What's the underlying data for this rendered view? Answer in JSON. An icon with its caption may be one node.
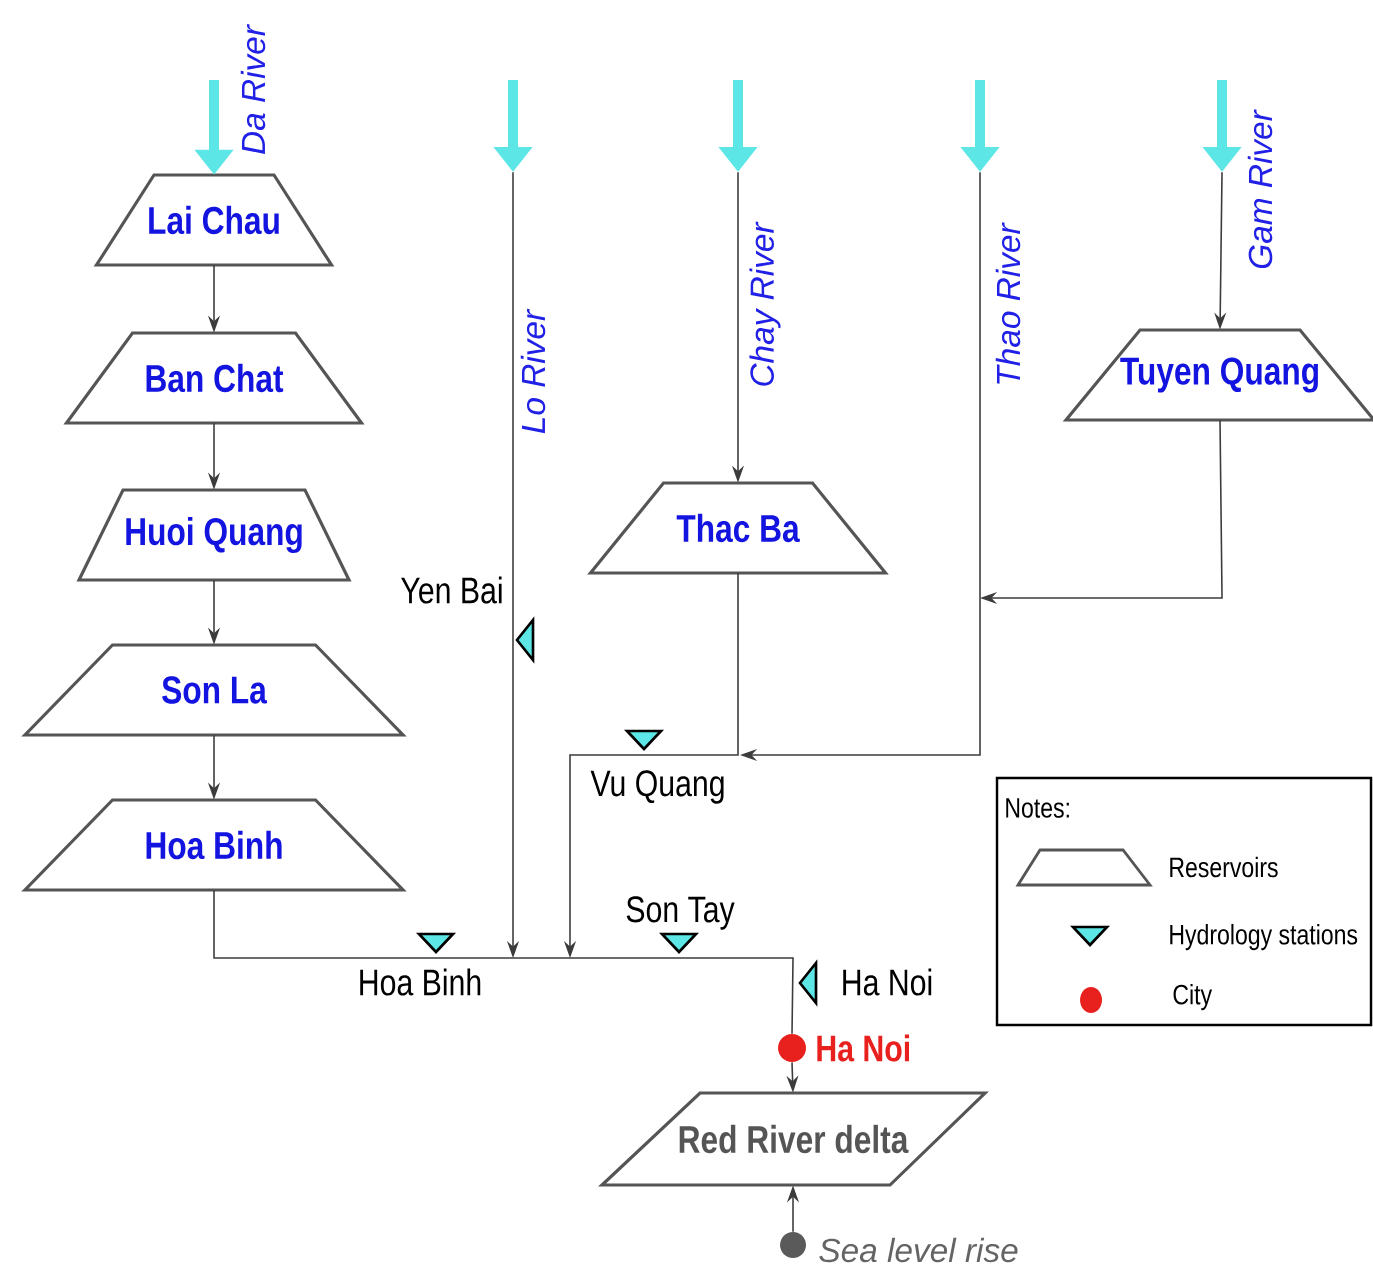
{
  "diagram": {
    "nodes": [
      {
        "text": [
          "Lai Chau"
        ]
      },
      {
        "text": [
          "Ban Chat"
        ]
      },
      {
        "text": [
          "Huoi Quang"
        ]
      },
      {
        "text": [
          "Son La"
        ]
      },
      {
        "text": [
          "Hoa Binh"
        ]
      },
      {
        "text": [
          "Thac Ba"
        ]
      },
      {
        "text": [
          "Tuyen Quang"
        ]
      },
      {
        "text": [
          "Red River delta"
        ]
      },
      {
        "text": [],
        "shape": "circle",
        "beside": [
          "Ha Noi"
        ]
      },
      {
        "text": [],
        "shape": "circle",
        "beside": [
          "Sea level rise"
        ]
      },
      {
        "text": [],
        "shape": "arrow"
      },
      {
        "text": [],
        "shape": "arrow"
      },
      {
        "text": [],
        "shape": "arrow"
      },
      {
        "text": [],
        "shape": "arrow"
      }
    ],
    "edges": [
      {
        "from": null,
        "to": 0,
        "arrow": "to",
        "label": "Da River",
        "style": "thick",
        "color": "#5ce6e6"
      },
      {
        "from": 0,
        "to": 1,
        "arrow": "to"
      },
      {
        "from": 1,
        "to": 2,
        "arrow": "to"
      },
      {
        "from": 2,
        "to": 3,
        "arrow": "to"
      },
      {
        "from": 3,
        "to": 4,
        "arrow": "to"
      },
      {
        "from": 4,
        "to": 8,
        "arrow": "none"
      },
      {
        "from": 10,
        "to": null,
        "arrow": "to",
        "label": "Lo River"
      },
      {
        "from": 11,
        "to": 5,
        "arrow": "to",
        "label": "Chay River"
      },
      {
        "from": 13,
        "to": 6,
        "arrow": "to",
        "label": "Gam River"
      },
      {
        "from": 12,
        "to": null,
        "arrow": "to",
        "label": "Thao River"
      },
      {
        "from": 5,
        "to": null,
        "arrow": "to"
      },
      {
        "from": 6,
        "to": null,
        "arrow": "to"
      },
      {
        "from": 8,
        "to": 7,
        "arrow": "to"
      },
      {
        "from": 9,
        "to": 7,
        "arrow": "to"
      }
    ],
    "labels": [
      "Yen Bai",
      "Vu Quang",
      "Notes:",
      "Son Tay",
      "Hoa Binh",
      "Ha Noi"
    ],
    "legend": [
      {
        "text": "Reservoirs"
      },
      {
        "text": "Hydrology stations"
      },
      {
        "text": "City",
        "color": "#e8201e"
      }
    ]
  }
}
